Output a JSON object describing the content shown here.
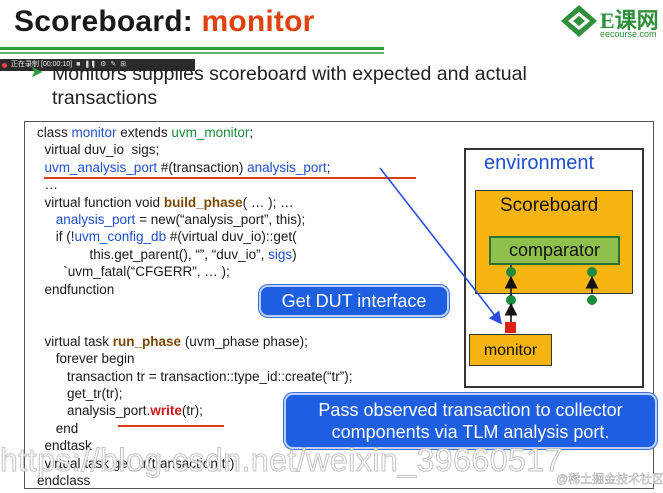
{
  "title": {
    "prefix": "Scoreboard: ",
    "accent": "monitor"
  },
  "logo": {
    "brand": "E课网",
    "sub": "eecourse.com"
  },
  "toolbar": {
    "recording_label": "正在录制 [00:00:10]",
    "buttons": [
      "■",
      "❚❚",
      "⚙",
      "✎",
      "⊞"
    ]
  },
  "bullet": {
    "icon": "arrow-bullet",
    "text": "Monitors supplies scoreboard with expected and actual transactions"
  },
  "code": {
    "lines": [
      {
        "parts": [
          {
            "t": "class "
          },
          {
            "t": "monitor",
            "c": "blue"
          },
          {
            "t": " extends "
          },
          {
            "t": "uvm_monitor",
            "c": "green"
          },
          {
            "t": ";"
          }
        ]
      },
      {
        "parts": [
          {
            "t": "  virtual duv_io  sigs;"
          }
        ]
      },
      {
        "parts": [
          {
            "t": "  "
          },
          {
            "t": "uvm_analysis_port",
            "c": "blue"
          },
          {
            "t": " #(transaction) "
          },
          {
            "t": "analysis_port",
            "c": "blue"
          },
          {
            "t": ";"
          }
        ]
      },
      {
        "parts": [
          {
            "t": "  …"
          }
        ]
      },
      {
        "parts": [
          {
            "t": "  virtual function void "
          },
          {
            "t": "build_phase",
            "c": "bold"
          },
          {
            "t": "( … ); …"
          }
        ]
      },
      {
        "parts": [
          {
            "t": "     "
          },
          {
            "t": "analysis_port",
            "c": "blue"
          },
          {
            "t": " = new(“analysis_port”, this);"
          }
        ]
      },
      {
        "parts": [
          {
            "t": "     if (!"
          },
          {
            "t": "uvm_config_db",
            "c": "blue"
          },
          {
            "t": " #(virtual duv_io)::get("
          }
        ]
      },
      {
        "parts": [
          {
            "t": "              this.get_parent(), “”, “duv_io”, "
          },
          {
            "t": "sigs",
            "c": "blue"
          },
          {
            "t": ")"
          }
        ]
      },
      {
        "parts": [
          {
            "t": "       `uvm_fatal(“CFGERR”, … );"
          }
        ]
      },
      {
        "parts": [
          {
            "t": "  endfunction"
          }
        ]
      },
      {
        "parts": [
          {
            "t": ""
          }
        ]
      },
      {
        "parts": [
          {
            "t": ""
          }
        ]
      },
      {
        "parts": [
          {
            "t": "  virtual task "
          },
          {
            "t": "run_phase",
            "c": "bold"
          },
          {
            "t": " (uvm_phase phase);"
          }
        ]
      },
      {
        "parts": [
          {
            "t": "     forever begin"
          }
        ]
      },
      {
        "parts": [
          {
            "t": "        transaction tr = transaction::type_id::create(“tr”);"
          }
        ]
      },
      {
        "parts": [
          {
            "t": "        get_tr(tr);"
          }
        ]
      },
      {
        "parts": [
          {
            "t": "        analysis_port."
          },
          {
            "t": "write",
            "c": "red"
          },
          {
            "t": "(tr);"
          }
        ]
      },
      {
        "parts": [
          {
            "t": "     end"
          }
        ]
      },
      {
        "parts": [
          {
            "t": "  endtask"
          }
        ]
      },
      {
        "parts": [
          {
            "t": "  virtual task get_tr(transaction tr);"
          }
        ]
      },
      {
        "parts": [
          {
            "t": "endclass"
          }
        ]
      }
    ]
  },
  "diagram": {
    "environment_label": "environment",
    "scoreboard_label": "Scoreboard",
    "comparator_label": "comparator",
    "monitor_label": "monitor",
    "colors": {
      "env_text": "#1f4fcc",
      "scoreboard_fill": "#f5b40f",
      "comparator_fill": "#8fbf4d",
      "port_red": "#e02010",
      "export_green": "#1e8a3c"
    }
  },
  "callouts": {
    "dut": "Get DUT interface",
    "pass_line1": "Pass observed transaction to collector",
    "pass_line2": "components via TLM analysis port."
  },
  "watermark": {
    "url": "https://blog.csdn.net/weixin_39660517",
    "site": "@稀土掘金技术社区"
  }
}
